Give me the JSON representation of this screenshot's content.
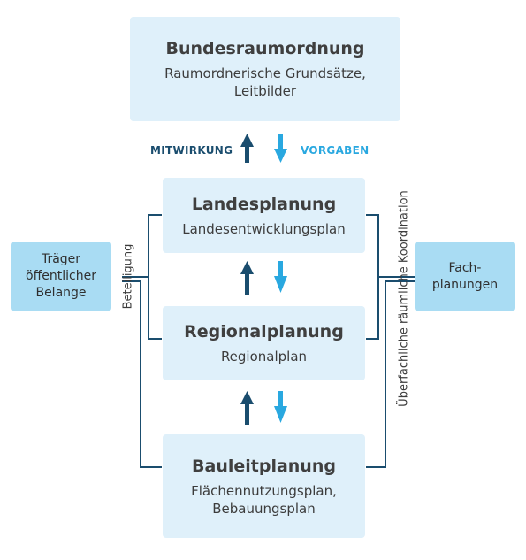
{
  "boxes": {
    "bund": {
      "title": "Bundesraumordnung",
      "sub1": "Raumordnerische Grundsätze,",
      "sub2": "Leitbilder"
    },
    "land": {
      "title": "Landesplanung",
      "sub1": "Landesentwicklungsplan"
    },
    "region": {
      "title": "Regionalplanung",
      "sub1": "Regionalplan"
    },
    "bauleit": {
      "title": "Bauleitplanung",
      "sub1": "Flächennutzungsplan,",
      "sub2": "Bebauungsplan"
    }
  },
  "side_left": {
    "line1": "Träger",
    "line2": "öffentlicher",
    "line3": "Belange"
  },
  "side_right": {
    "line1": "Fach-",
    "line2": "planungen"
  },
  "labels": {
    "mitwirkung": "MITWIRKUNG",
    "vorgaben": "VORGABEN",
    "beteiligung": "Beteiligung",
    "koordination": "Überfachliche räumliche Koordination"
  },
  "colors": {
    "up_arrow": "#1a4d6e",
    "down_arrow": "#29a8e0",
    "box": "#dff0fa",
    "side_box": "#a9dcf3",
    "line": "#1a4d6e"
  }
}
